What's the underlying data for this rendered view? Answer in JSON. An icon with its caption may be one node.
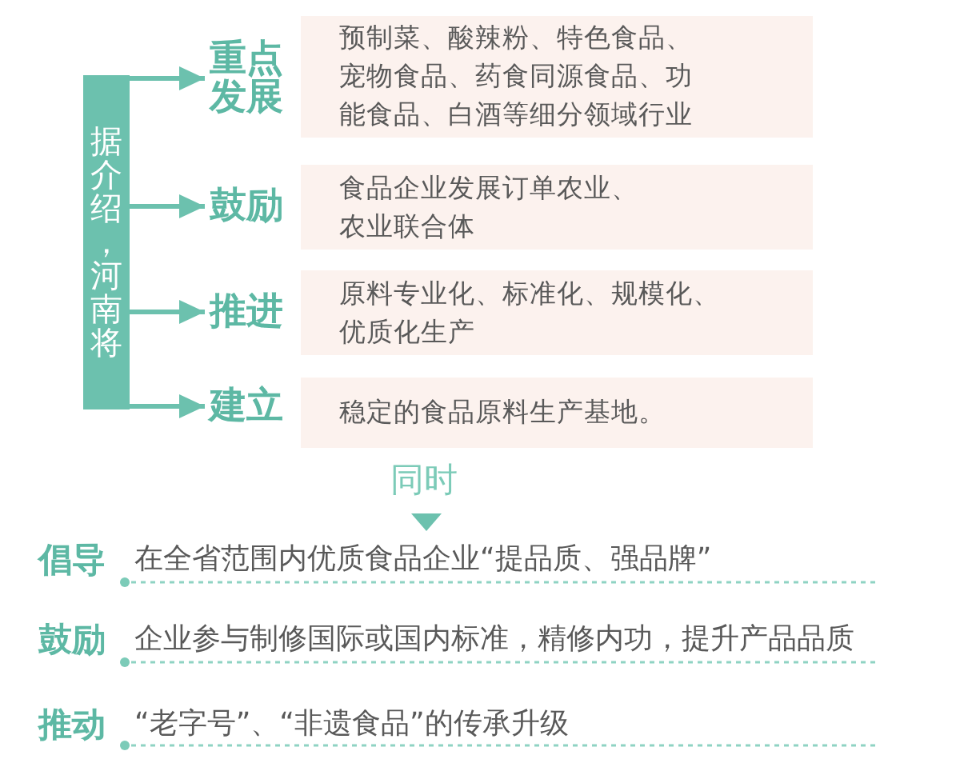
{
  "diagram": {
    "nodes": [
      {
        "text": [
          "据介绍，河南将"
        ]
      },
      {
        "text": [
          "重点发展"
        ]
      },
      {
        "text": [
          "预制菜、酸辣粉、特色食品、宠物食品、药食同源食品、功能食品、白酒等细分领域行业"
        ]
      },
      {
        "text": [
          "鼓励"
        ]
      },
      {
        "text": [
          "食品企业发展订单农业、农业联合体"
        ]
      },
      {
        "text": [
          "推进"
        ]
      },
      {
        "text": [
          "原料专业化、标准化、规模化、优质化生产"
        ]
      },
      {
        "text": [
          "建立"
        ]
      },
      {
        "text": [
          "稳定的食品原料生产基地。"
        ]
      }
    ],
    "edges": [
      {
        "from": 0,
        "to": 1,
        "arrow": "to"
      },
      {
        "from": 0,
        "to": 3,
        "arrow": "to"
      },
      {
        "from": 0,
        "to": 5,
        "arrow": "to"
      },
      {
        "from": 0,
        "to": 7,
        "arrow": "to"
      }
    ],
    "labels": [
      "同时",
      "倡导",
      "在全省范围内优质食品企业“提品质、强品牌”",
      "鼓励",
      "企业参与制修国际或国内标准，精修内功，提升产品品质",
      "推动",
      "“老字号”、“非遗食品”的传承升级"
    ]
  }
}
